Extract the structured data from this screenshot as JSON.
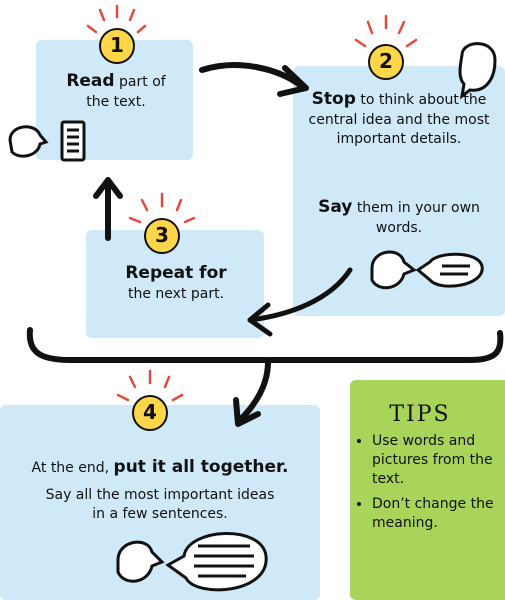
{
  "steps": [
    {
      "number": "1",
      "head": "Read",
      "rest": "part of the text."
    },
    {
      "number": "2",
      "head": "Stop",
      "rest": "to think about the central idea and the most important details.",
      "head2": "Say",
      "rest2": "them in your own words."
    },
    {
      "number": "3",
      "head": "Repeat for",
      "rest": "the next part."
    },
    {
      "number": "4",
      "lead": "At the end,",
      "head": "put it all together.",
      "rest": "Say all the most important ideas in a few sentences."
    }
  ],
  "tips": {
    "title": "TIPS",
    "items": [
      "Use words and pictures from the text.",
      "Don’t change the meaning."
    ]
  },
  "colors": {
    "card": "#cfe9f9",
    "badge": "#ffd54a",
    "tips": "#a9d45a",
    "rays": "#e8483b"
  }
}
